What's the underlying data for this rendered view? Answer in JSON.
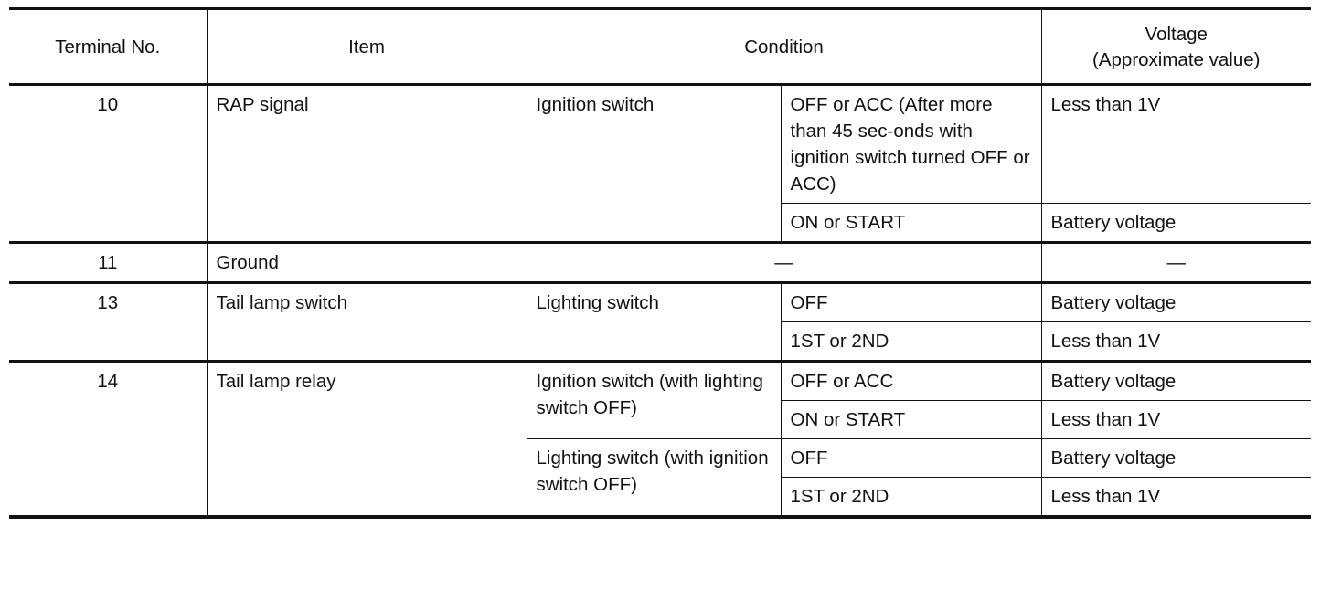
{
  "table": {
    "headers": {
      "terminal": "Terminal No.",
      "item": "Item",
      "condition": "Condition",
      "voltage_line1": "Voltage",
      "voltage_line2": "(Approximate value)"
    },
    "rows": {
      "t10": {
        "terminal": "10",
        "item": "RAP signal",
        "condition": "Ignition switch",
        "sub1": "OFF or ACC (After more than 45 sec-onds with ignition switch turned OFF or ACC)",
        "volt1": "Less than 1V",
        "sub2": "ON or START",
        "volt2": "Battery voltage"
      },
      "t11": {
        "terminal": "11",
        "item": "Ground",
        "condition": "—",
        "volt": "—"
      },
      "t13": {
        "terminal": "13",
        "item": "Tail lamp switch",
        "condition": "Lighting switch",
        "sub1": "OFF",
        "volt1": "Battery voltage",
        "sub2": "1ST or 2ND",
        "volt2": "Less than 1V"
      },
      "t14": {
        "terminal": "14",
        "item": "Tail lamp relay",
        "condition_a": "Ignition switch (with lighting switch OFF)",
        "sub_a1": "OFF or ACC",
        "volt_a1": "Battery voltage",
        "sub_a2": "ON or START",
        "volt_a2": "Less than 1V",
        "condition_b": "Lighting switch (with ignition switch OFF)",
        "sub_b1": "OFF",
        "volt_b1": "Battery voltage",
        "sub_b2": "1ST or 2ND",
        "volt_b2": "Less than 1V"
      }
    }
  }
}
